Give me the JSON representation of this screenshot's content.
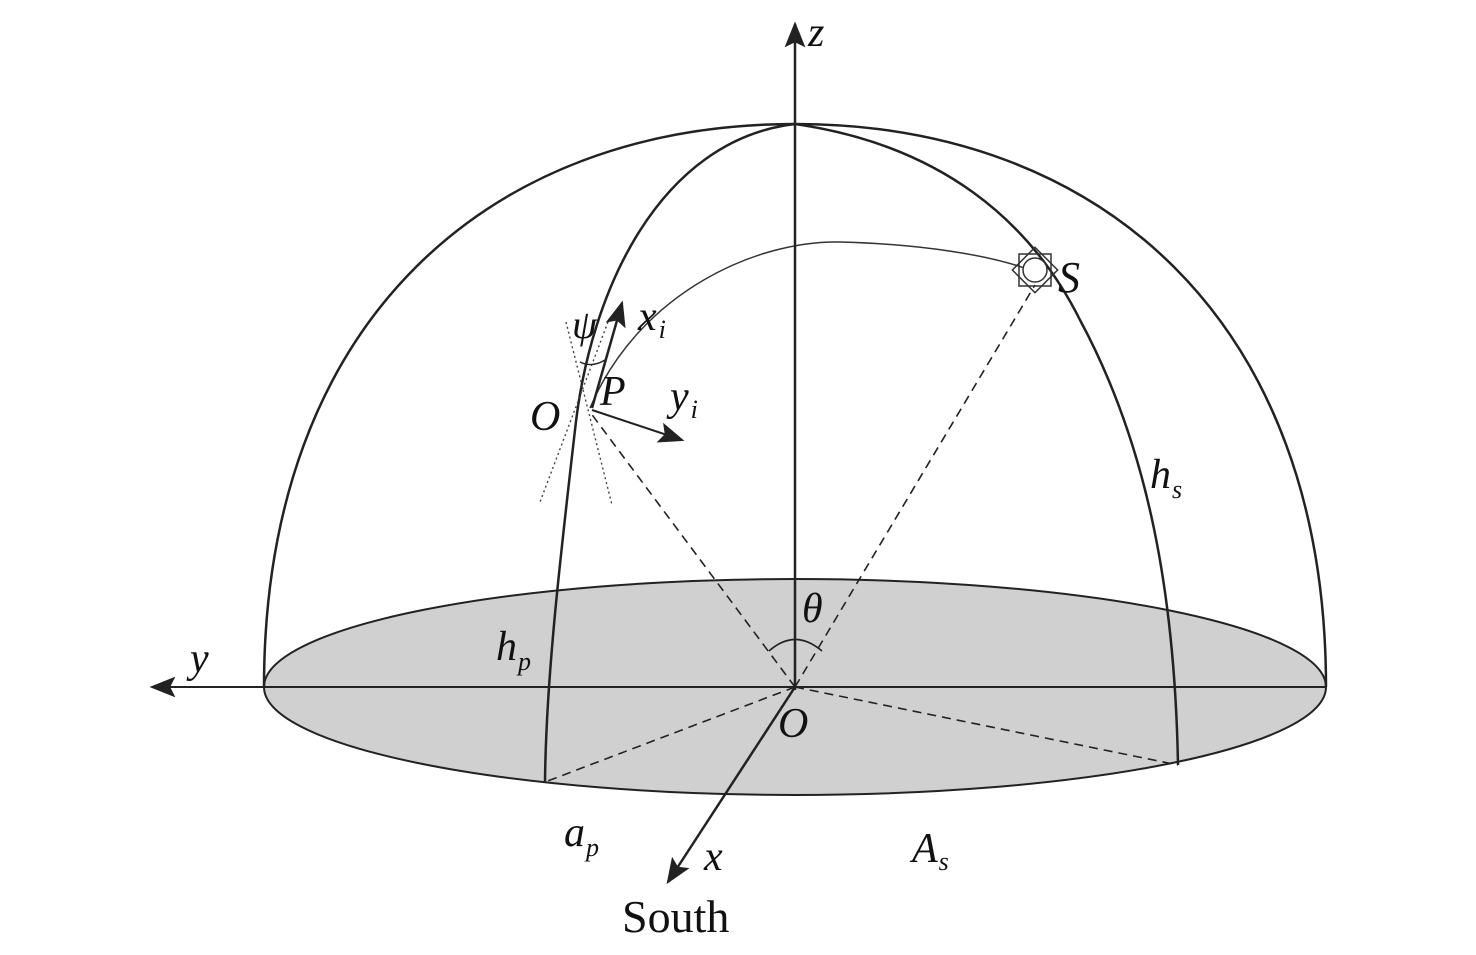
{
  "labels": {
    "z": "z",
    "y": "y",
    "x": "x",
    "south": "South",
    "origin_ground": "O",
    "origin_local": "O",
    "point_p": "P",
    "sun_s": "S",
    "psi": "ψ",
    "x_i": "x",
    "x_i_sub": "i",
    "y_i": "y",
    "y_i_sub": "i",
    "h_s": "h",
    "h_s_sub": "s",
    "h_p": "h",
    "h_p_sub": "p",
    "theta": "θ",
    "a_p": "a",
    "a_p_sub": "p",
    "A_s": "A",
    "A_s_sub": "s"
  },
  "colors": {
    "line": "#222222",
    "ground_fill": "#d0d0d0",
    "background": "#ffffff"
  }
}
